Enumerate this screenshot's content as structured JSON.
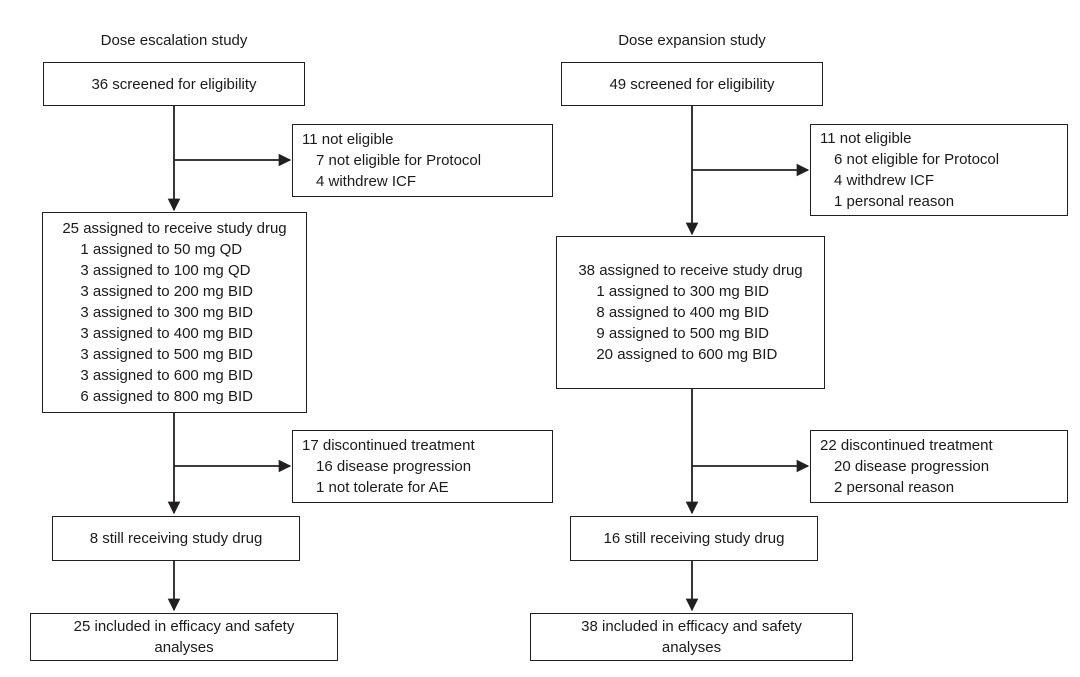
{
  "figure": {
    "type": "consort-flow-diagram",
    "stroke_color": "#231f20",
    "text_color": "#1a1a1a",
    "background": "#ffffff"
  },
  "columns": [
    {
      "id": "dose-escalation",
      "title": "Dose escalation study",
      "nodes": {
        "screened": {
          "lines": [
            "36 screened for eligibility"
          ]
        },
        "excluded": {
          "lines": [
            "11 not eligible",
            "7 not eligible for Protocol",
            "4 withdrew ICF"
          ]
        },
        "assigned": {
          "lines": [
            "25 assigned to receive study drug",
            "1 assigned to 50 mg QD",
            "3 assigned to 100 mg QD",
            "3 assigned to 200 mg BID",
            "3 assigned to 300 mg BID",
            "3 assigned to 400 mg BID",
            "3 assigned to 500 mg BID",
            "3 assigned to 600 mg BID",
            "6 assigned to 800 mg BID"
          ]
        },
        "discontinued": {
          "lines": [
            "17 discontinued treatment",
            "16 disease progression",
            "1 not tolerate for AE"
          ]
        },
        "ongoing": {
          "lines": [
            "8 still receiving study drug"
          ]
        },
        "analysed": {
          "lines": [
            "25 included in efficacy and safety",
            "analyses"
          ]
        }
      }
    },
    {
      "id": "dose-expansion",
      "title": "Dose expansion study",
      "nodes": {
        "screened": {
          "lines": [
            "49 screened for eligibility"
          ]
        },
        "excluded": {
          "lines": [
            "11 not eligible",
            "6 not eligible for Protocol",
            "4 withdrew ICF",
            "1 personal reason"
          ]
        },
        "assigned": {
          "lines": [
            "38 assigned to receive study drug",
            "1 assigned to 300 mg BID",
            "8 assigned to 400 mg BID",
            "9 assigned to 500 mg BID",
            "20 assigned to 600 mg BID"
          ]
        },
        "discontinued": {
          "lines": [
            "22 discontinued treatment",
            "20 disease progression",
            "2 personal reason"
          ]
        },
        "ongoing": {
          "lines": [
            "16 still receiving study drug"
          ]
        },
        "analysed": {
          "lines": [
            "38 included in efficacy and safety",
            "analyses"
          ]
        }
      }
    }
  ]
}
